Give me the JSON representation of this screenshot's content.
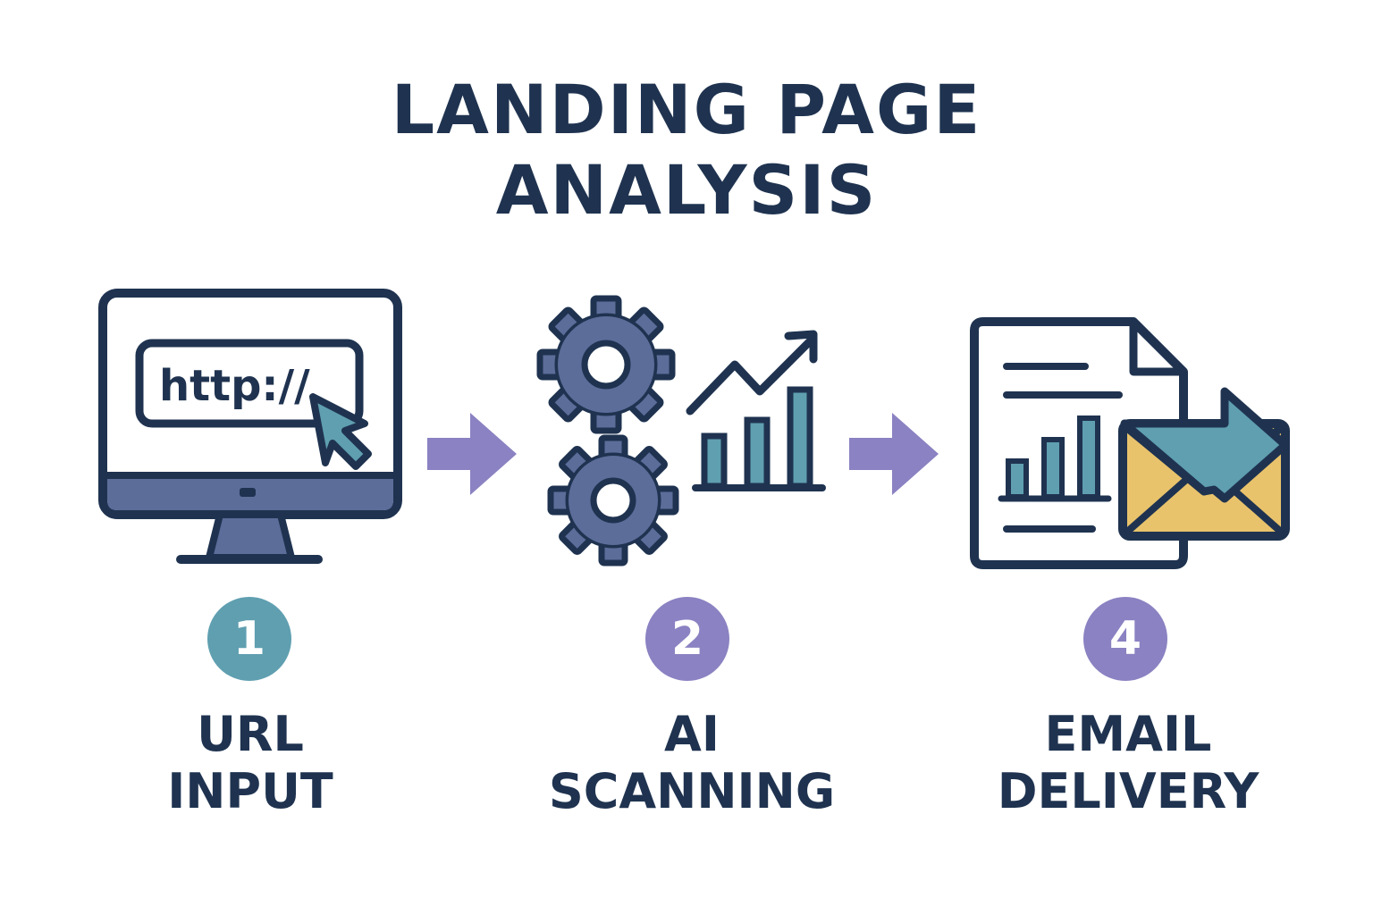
{
  "title": {
    "line1": "LANDING PAGE",
    "line2": "ANALYSIS"
  },
  "colors": {
    "navy": "#1f3350",
    "slate": "#5c6d9a",
    "teal": "#5f9fb0",
    "purple": "#8a82c2",
    "gold": "#e9c36c"
  },
  "steps": [
    {
      "number": "1",
      "line1": "URL",
      "line2": "INPUT",
      "icon": "monitor-url-icon",
      "url_text": "http://"
    },
    {
      "number": "2",
      "line1": "AI",
      "line2": "SCANNING",
      "icon": "gears-chart-icon"
    },
    {
      "number": "4",
      "line1": "EMAIL",
      "line2": "DELIVERY",
      "icon": "report-email-icon"
    }
  ]
}
